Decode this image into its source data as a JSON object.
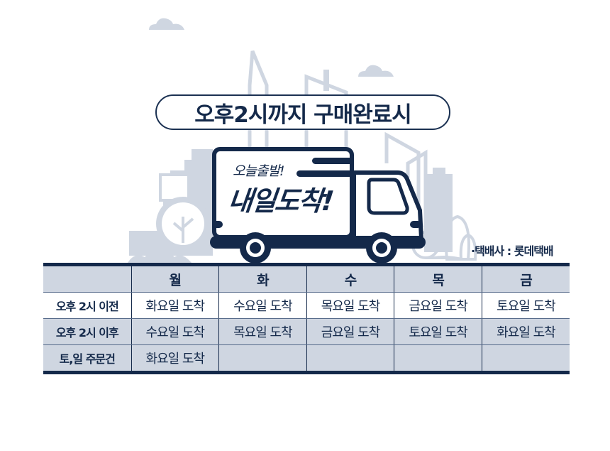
{
  "headline": "오후2시까지 구매완료시",
  "truck": {
    "small_text": "오늘출발!",
    "big_text": "내일도착!"
  },
  "courier_note": "·택배사 : 롯데택배",
  "colors": {
    "navy": "#14294a",
    "light_gray_blue": "#cfd6e1",
    "background": "#ffffff"
  },
  "schedule": {
    "headers": [
      "",
      "월",
      "화",
      "수",
      "목",
      "금"
    ],
    "rows": [
      {
        "label": "오후 2시 이전",
        "cells": [
          "화요일 도착",
          "수요일 도착",
          "목요일 도착",
          "금요일 도착",
          "토요일 도착"
        ]
      },
      {
        "label": "오후 2시 이후",
        "cells": [
          "수요일 도착",
          "목요일 도착",
          "금요일 도착",
          "토요일 도착",
          "화요일 도착"
        ]
      },
      {
        "label": "토,일 주문건",
        "cells": [
          "화요일 도착",
          "",
          "",
          "",
          ""
        ]
      }
    ]
  }
}
